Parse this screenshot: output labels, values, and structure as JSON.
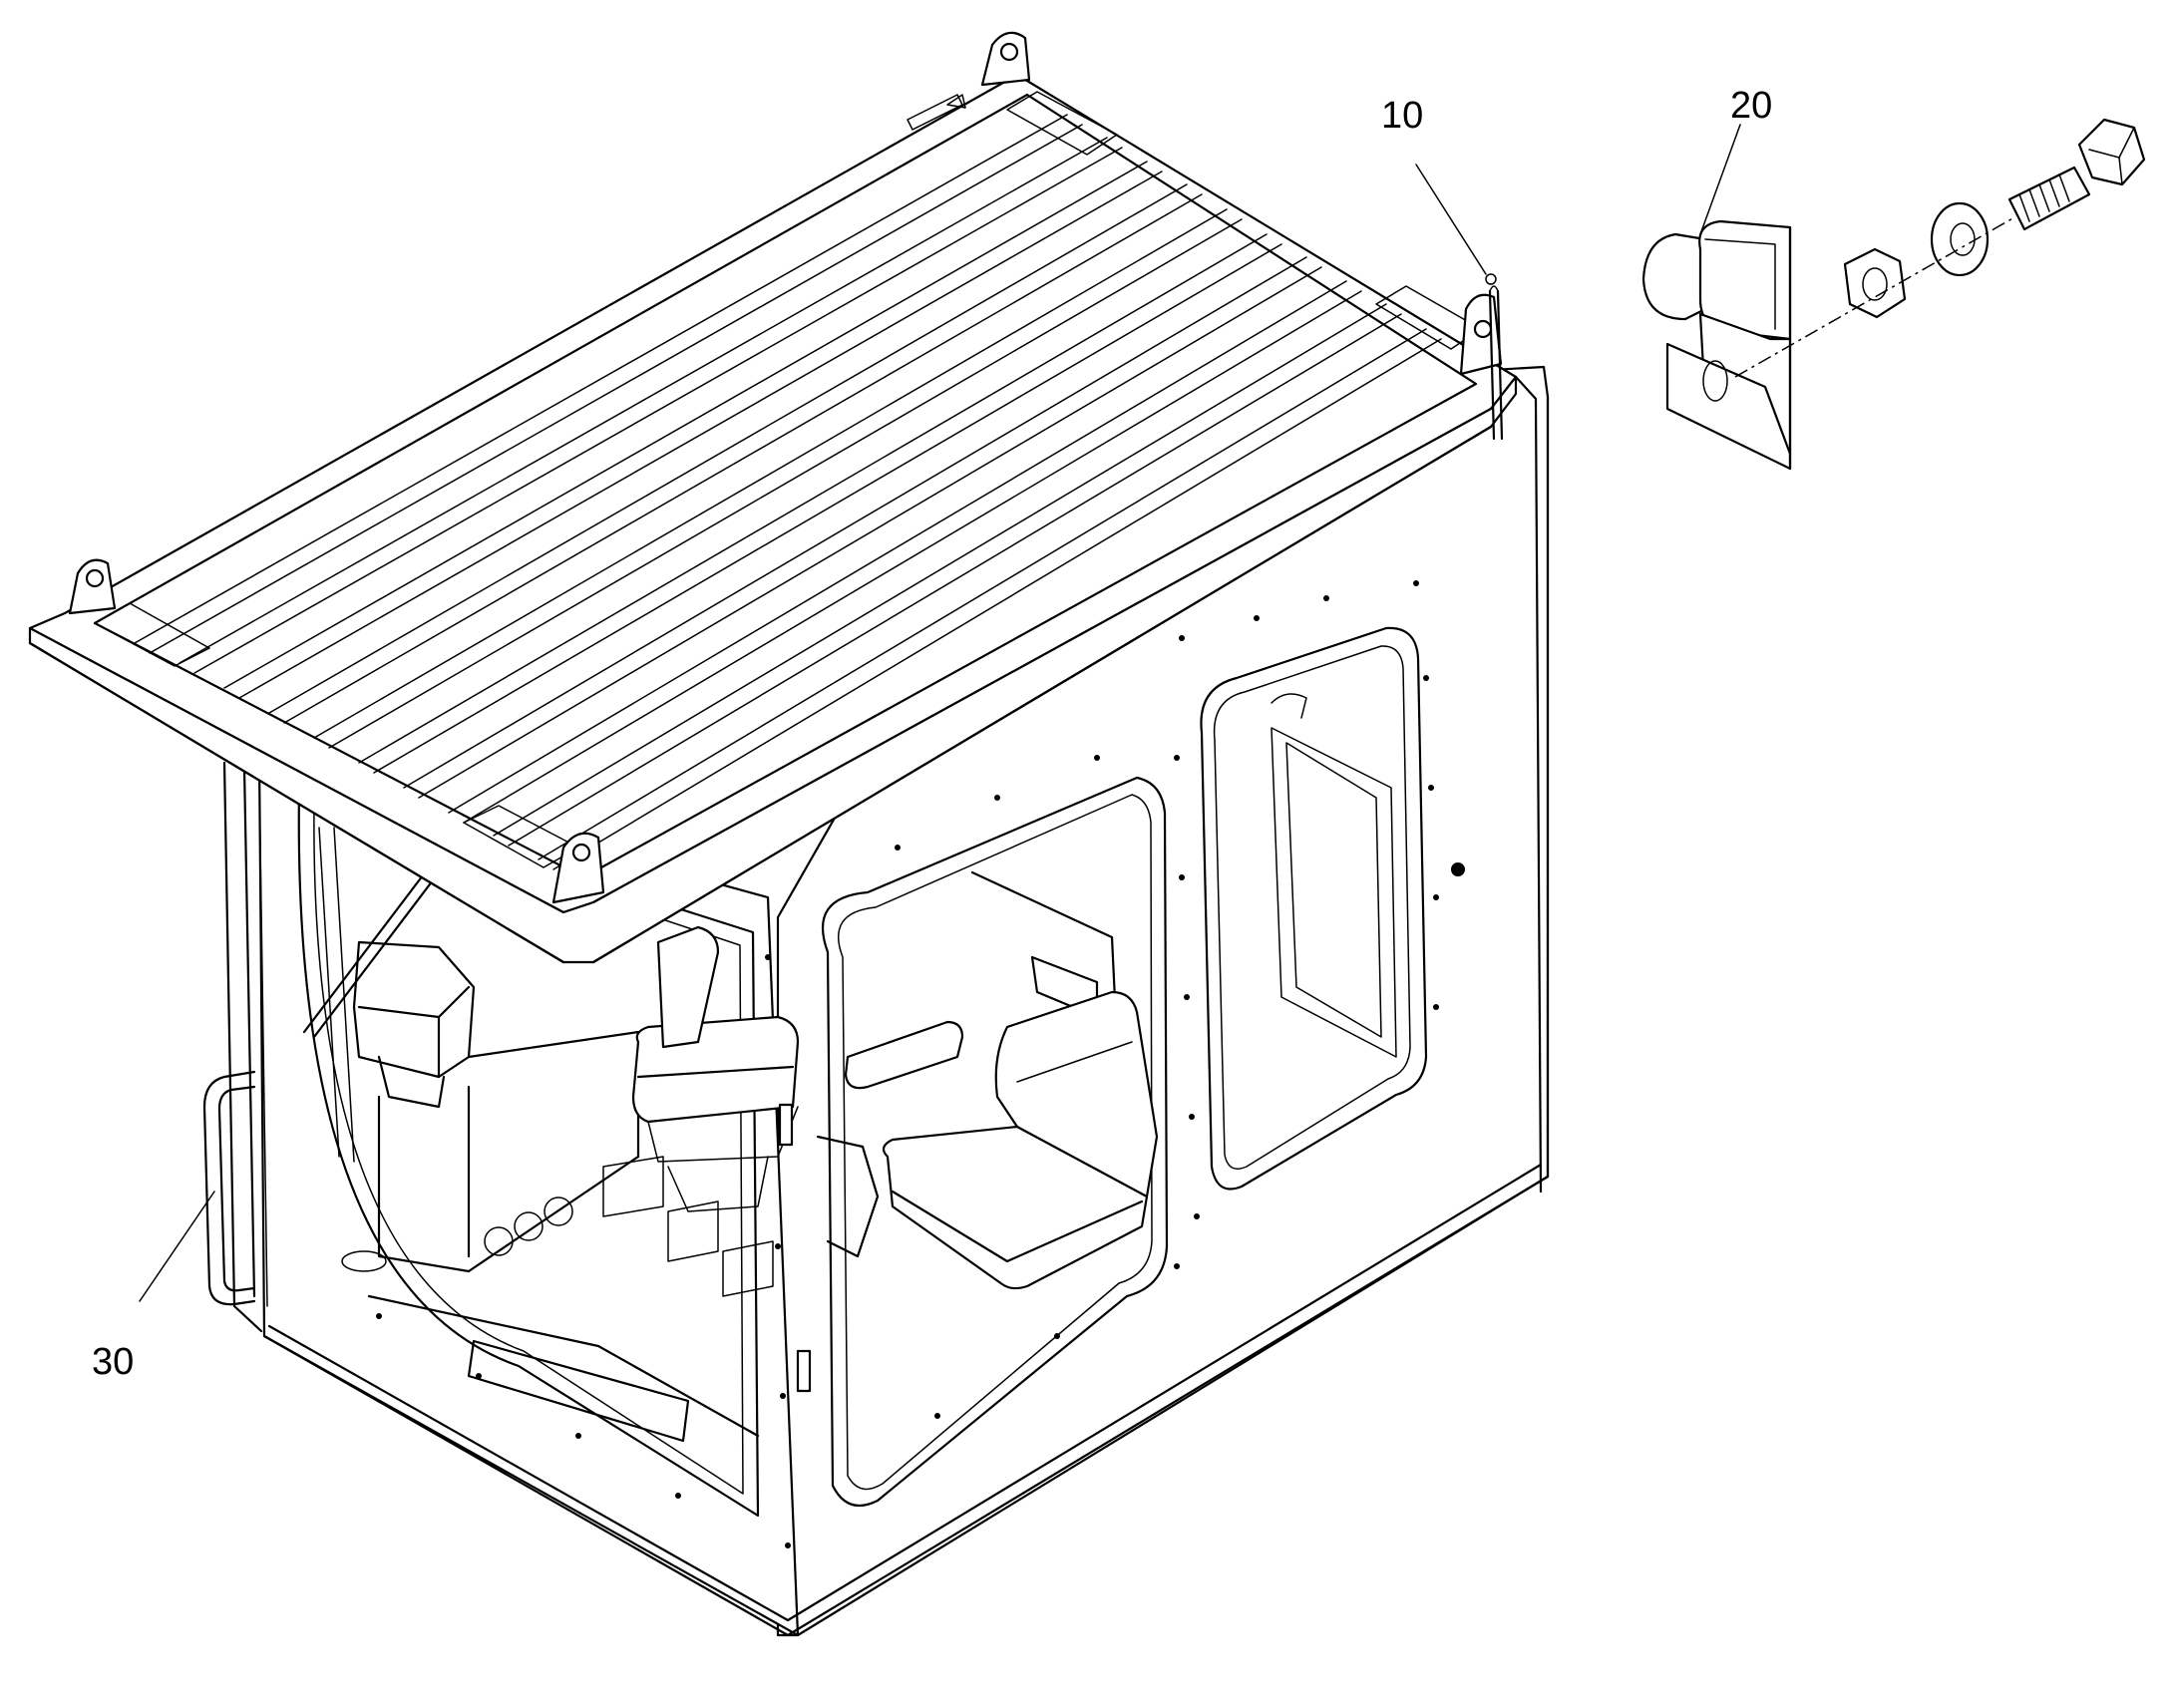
{
  "callouts": [
    {
      "id": "10",
      "label": "10"
    },
    {
      "id": "20",
      "label": "20"
    },
    {
      "id": "30",
      "label": "30"
    }
  ]
}
